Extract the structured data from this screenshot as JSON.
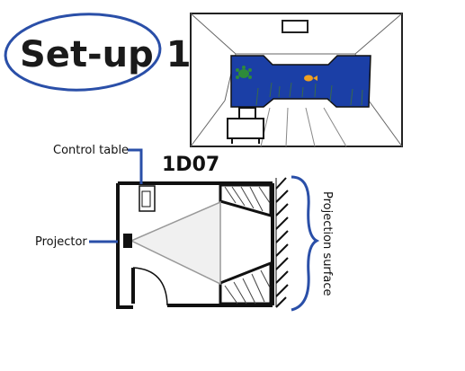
{
  "title": "Set-up 1",
  "room_code": "1D07",
  "labels": {
    "control_table": "Control table",
    "projector": "Projector",
    "projection_surface": "Projection surface"
  },
  "colors": {
    "accent_blue": "#2a4fa8",
    "screen_blue": "#1b3fa6",
    "ink": "#111111",
    "plant_green": "#2e8b3a",
    "fish_orange": "#f0a020"
  },
  "icons": [
    "turtle-icon",
    "fish-icon",
    "projector-icon"
  ]
}
